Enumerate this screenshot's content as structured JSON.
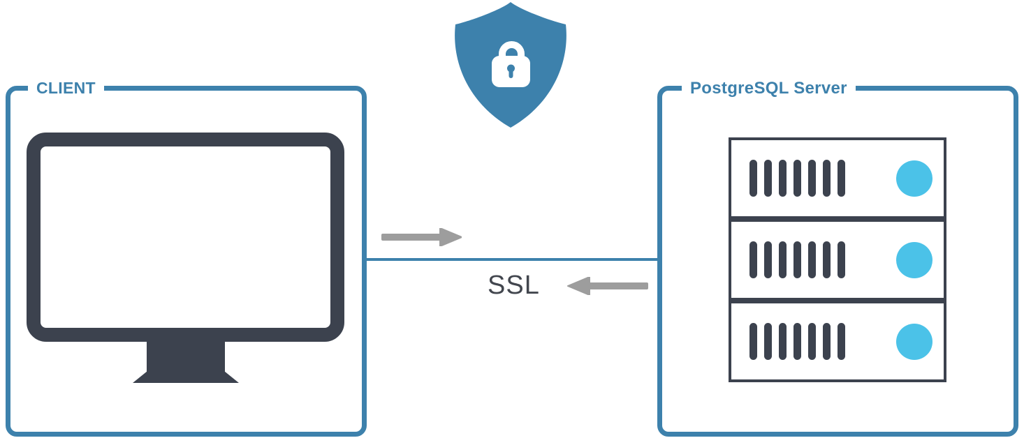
{
  "client_box": {
    "label": "CLIENT",
    "icon": "monitor-icon"
  },
  "server_box": {
    "label": "PostgreSQL Server",
    "icon": "server-rack-icon",
    "rack": {
      "rows": 3,
      "bars_per_row": 7,
      "indicator": "indicator-light"
    }
  },
  "connection": {
    "label": "SSL",
    "icons": [
      "arrow-right-icon",
      "arrow-left-icon"
    ]
  },
  "security": {
    "icon": "shield-lock-icon"
  },
  "colors": {
    "accent_blue": "#3d81ac",
    "dark_slate": "#3c424e",
    "cyan": "#4bc2e8",
    "arrow_gray": "#9d9d9d",
    "ssl_text": "#42464e",
    "background": "#ffffff"
  }
}
